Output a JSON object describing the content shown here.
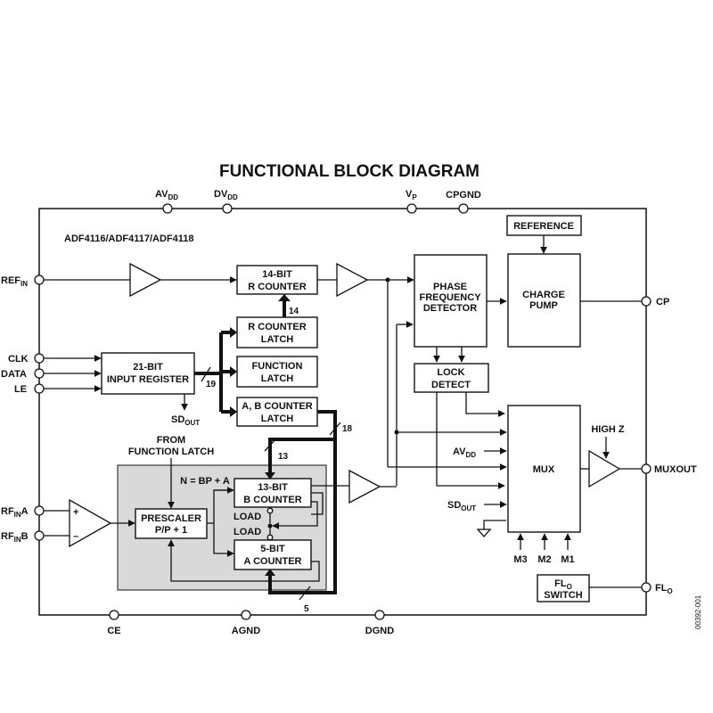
{
  "title": "FUNCTIONAL BLOCK DIAGRAM",
  "part_numbers": "ADF4116/ADF4117/ADF4118",
  "figure_code": "00392-001",
  "top_pins": {
    "avdd": {
      "main": "AV",
      "sub": "DD"
    },
    "dvdd": {
      "main": "DV",
      "sub": "DD"
    },
    "vp": {
      "main": "V",
      "sub": "P"
    },
    "cpgnd": "CPGND"
  },
  "bottom_pins": {
    "ce": "CE",
    "agnd": "AGND",
    "dgnd": "DGND"
  },
  "left_pins": {
    "refin": {
      "main": "REF",
      "sub": "IN"
    },
    "clk": "CLK",
    "data": "DATA",
    "le": "LE",
    "rfina": {
      "main": "RF",
      "sub": "IN",
      "suffix": "A"
    },
    "rfinb": {
      "main": "RF",
      "sub": "IN",
      "suffix": "B"
    }
  },
  "right_pins": {
    "cp": "CP",
    "muxout": "MUXOUT",
    "flo": {
      "main": "FL",
      "sub": "O"
    }
  },
  "blocks": {
    "r_counter": [
      "14-BIT",
      "R COUNTER"
    ],
    "r_counter_latch": [
      "R COUNTER",
      "LATCH"
    ],
    "function_latch": [
      "FUNCTION",
      "LATCH"
    ],
    "ab_counter_latch": [
      "A, B COUNTER",
      "LATCH"
    ],
    "input_register": [
      "21-BIT",
      "INPUT REGISTER"
    ],
    "phase_detector": [
      "PHASE",
      "FREQUENCY",
      "DETECTOR"
    ],
    "reference": "REFERENCE",
    "charge_pump": [
      "CHARGE",
      "PUMP"
    ],
    "lock_detect": [
      "LOCK",
      "DETECT"
    ],
    "mux": "MUX",
    "prescaler": [
      "PRESCALER",
      "P/P + 1"
    ],
    "b_counter": [
      "13-BIT",
      "B COUNTER"
    ],
    "a_counter": [
      "5-BIT",
      "A COUNTER"
    ],
    "flo_switch": {
      "main": "FL",
      "sub": "O",
      "line2": "SWITCH"
    }
  },
  "labels": {
    "bus_14": "14",
    "bus_19": "19",
    "bus_18": "18",
    "bus_13": "13",
    "bus_5": "5",
    "sdout": {
      "main": "SD",
      "sub": "OUT"
    },
    "mux_avdd": {
      "main": "AV",
      "sub": "DD"
    },
    "mux_sdout": {
      "main": "SD",
      "sub": "OUT"
    },
    "from_function_latch": [
      "FROM",
      "FUNCTION LATCH"
    ],
    "n_formula": "N = BP + A",
    "load_1": "LOAD",
    "load_2": "LOAD",
    "high_z": "HIGH Z",
    "plus": "+",
    "minus": "–",
    "m3": "M3",
    "m2": "M2",
    "m1": "M1"
  },
  "colors": {
    "ink": "#111111",
    "shaded_region": "#d9d9d9",
    "background": "#ffffff"
  }
}
